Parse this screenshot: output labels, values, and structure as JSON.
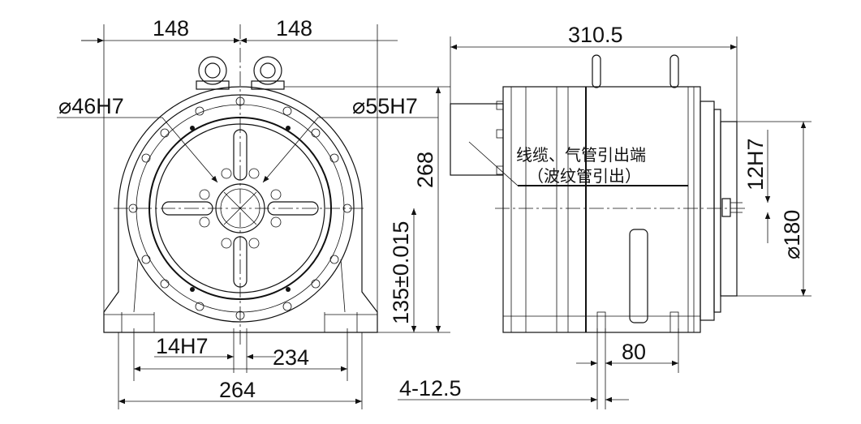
{
  "front_view": {
    "dim_top_left": "148",
    "dim_top_right": "148",
    "bore_left": "⌀46H7",
    "bore_right": "⌀55H7",
    "dim_height": "268",
    "dim_center_height": "135±0.015",
    "dim_key": "14H7",
    "dim_hole_span": "234",
    "dim_base_width": "264"
  },
  "side_view": {
    "dim_length": "310.5",
    "note_line1": "线缆、气管引出端",
    "note_line2": "（波纹管引出）",
    "dim_spigot": "12H7",
    "dim_flange": "⌀180",
    "dim_foot": "80",
    "dim_holes": "4-12.5"
  }
}
